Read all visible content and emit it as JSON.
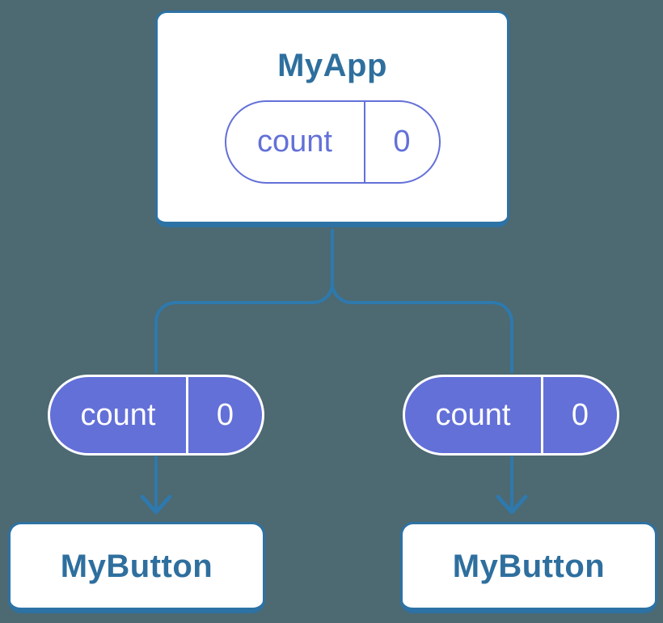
{
  "colors": {
    "background": "#4d6971",
    "card_border": "#2d72a4",
    "heading_text": "#2e6f9e",
    "connector": "#2e79ad",
    "state_purple": "#6370d8",
    "state_text_on_purple": "#ffffff"
  },
  "diagram": {
    "app": {
      "title": "MyApp",
      "state": {
        "label": "count",
        "value": "0"
      }
    },
    "children": [
      {
        "title": "MyButton",
        "state": {
          "label": "count",
          "value": "0"
        }
      },
      {
        "title": "MyButton",
        "state": {
          "label": "count",
          "value": "0"
        }
      }
    ]
  }
}
